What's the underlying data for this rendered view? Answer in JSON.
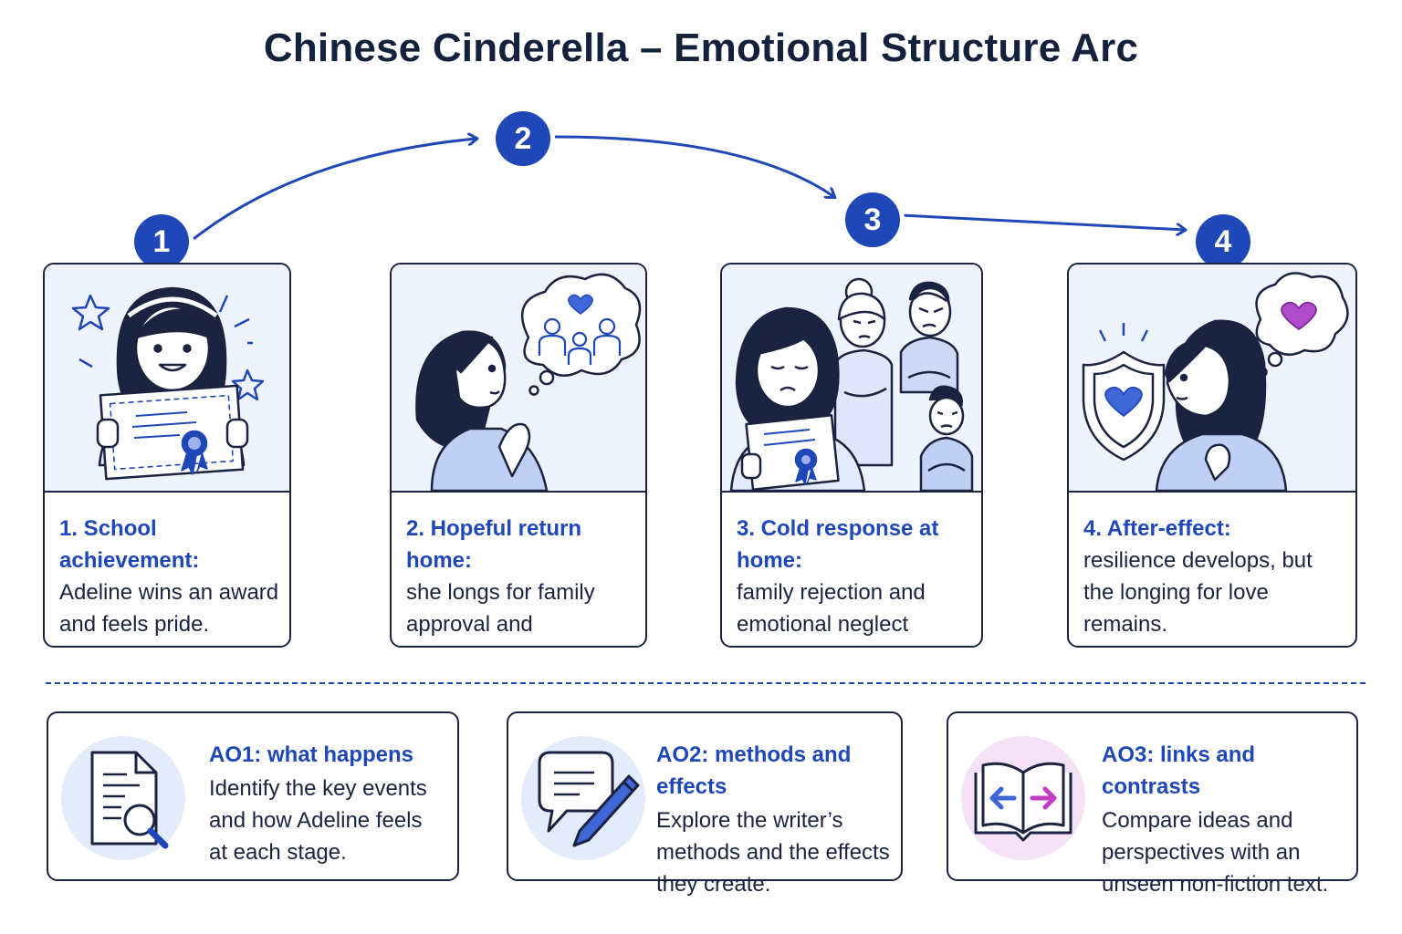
{
  "title": "Chinese Cinderella – Emotional Structure Arc",
  "stages": [
    {
      "number": "1",
      "heading": "1. School achievement:",
      "body": "Adeline wins an award and feels pride."
    },
    {
      "number": "2",
      "heading": "2. Hopeful return home:",
      "body": "she longs for family approval and belonging."
    },
    {
      "number": "3",
      "heading": "3. Cold response at home:",
      "body": "family rejection and emotional neglect contrast with her success."
    },
    {
      "number": "4",
      "heading": "4. After-effect:",
      "body": "resilience develops, but the longing for love remains."
    }
  ],
  "objectives": [
    {
      "heading": "AO1: what happens",
      "body": "Identify the key events and how Adeline feels at each stage.",
      "icon": "document-search-icon"
    },
    {
      "heading": "AO2: methods and effects",
      "body": "Explore the writer’s methods and the effects they create.",
      "icon": "speech-pencil-icon"
    },
    {
      "heading": "AO3: links and contrasts",
      "body": "Compare ideas and perspectives with an unseen non-fiction text.",
      "icon": "open-book-arrows-icon"
    }
  ],
  "colors": {
    "accent": "#1f47b8",
    "ink": "#1a2340",
    "panel": "#eef3fd",
    "pink": "#c23cc4"
  }
}
